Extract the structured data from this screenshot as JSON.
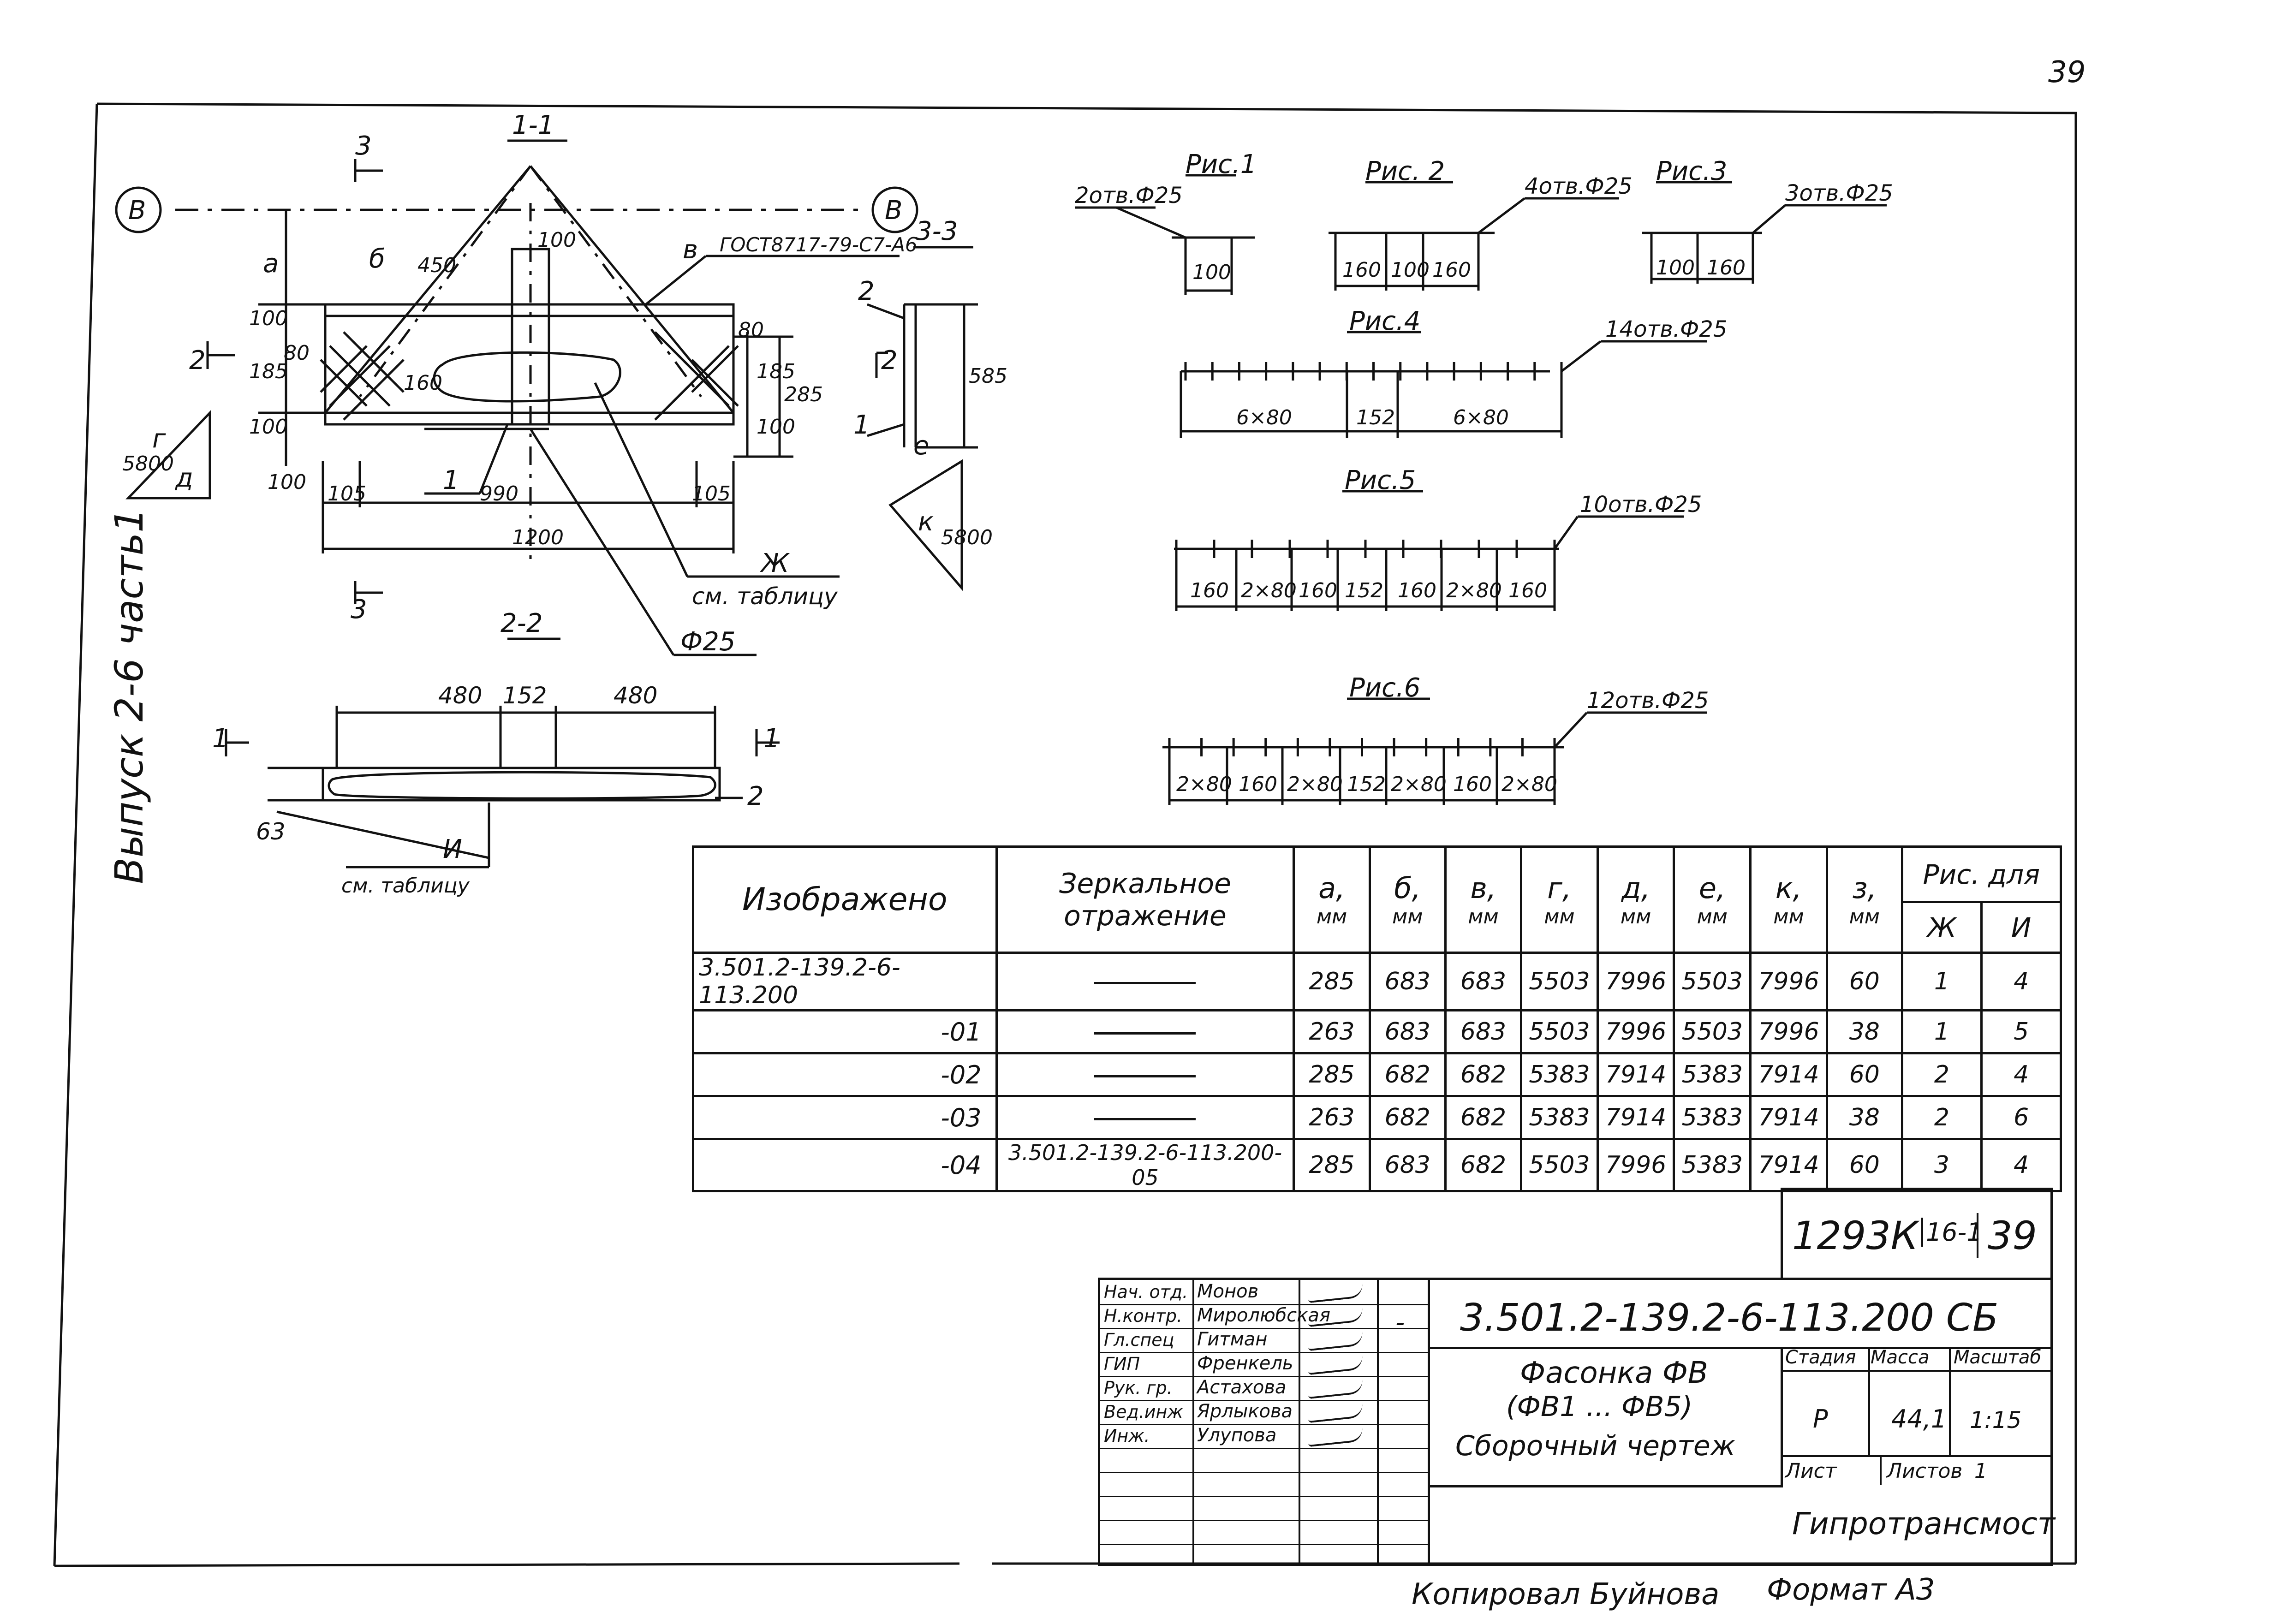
{
  "page_number": "39",
  "side_label": "Выпуск 2-6 часть1",
  "section_labels": {
    "s11": "1-1",
    "s22": "2-2",
    "s33": "3-3",
    "cut3": "3",
    "cut2": "2",
    "cut1": "1",
    "axis_v": "В"
  },
  "main_view": {
    "letters": [
      "а",
      "б",
      "в",
      "г",
      "д",
      "е",
      "к"
    ],
    "dims": [
      "100",
      "450",
      "100",
      "185",
      "80",
      "100",
      "160",
      "185",
      "285",
      "80",
      "100",
      "100",
      "105",
      "990",
      "105",
      "1200",
      "5800",
      "5800"
    ],
    "gost": "ГОСТ8717-79-С7-А6",
    "zh": "Ж",
    "see_table": "см. таблицу",
    "hole": "Ф25",
    "marks": [
      "1",
      "2",
      "3"
    ]
  },
  "view22": {
    "dims": [
      "480",
      "152",
      "480",
      "63"
    ],
    "i_label": "И",
    "see_table": "см. таблицу",
    "mark2": "2"
  },
  "view33": {
    "dim": "585",
    "marks": [
      "2",
      "2",
      "1"
    ]
  },
  "figs": {
    "f1": {
      "title": "Рис.1",
      "holes": "2отв.Ф25",
      "dims": [
        "100"
      ]
    },
    "f2": {
      "title": "Рис. 2",
      "holes": "4отв.Ф25",
      "dims": [
        "160",
        "100",
        "160"
      ]
    },
    "f3": {
      "title": "Рис.3",
      "holes": "3отв.Ф25",
      "dims": [
        "100",
        "160"
      ]
    },
    "f4": {
      "title": "Рис.4",
      "holes": "14отв.Ф25",
      "dims": [
        "6×80",
        "152",
        "6×80"
      ]
    },
    "f5": {
      "title": "Рис.5",
      "holes": "10отв.Ф25",
      "dims": [
        "160",
        "2×80",
        "160",
        "152",
        "160",
        "2×80",
        "160"
      ]
    },
    "f6": {
      "title": "Рис.6",
      "holes": "12отв.Ф25",
      "dims": [
        "2×80",
        "160",
        "2×80",
        "152",
        "2×80",
        "160",
        "2×80"
      ]
    }
  },
  "table": {
    "headers": {
      "shown": "Изображено",
      "mirror": "Зеркальное отражение",
      "cols": [
        "а,",
        "б,",
        "в,",
        "г,",
        "д,",
        "е,",
        "к,",
        "з,"
      ],
      "unit": "мм",
      "fig_for": "Рис. для",
      "zh": "Ж",
      "i": "И"
    },
    "rows": [
      {
        "name": "3.501.2-139.2-6-113.200",
        "mirror": "",
        "vals": [
          "285",
          "683",
          "683",
          "5503",
          "7996",
          "5503",
          "7996",
          "60",
          "1",
          "4"
        ]
      },
      {
        "name": "-01",
        "mirror": "",
        "vals": [
          "263",
          "683",
          "683",
          "5503",
          "7996",
          "5503",
          "7996",
          "38",
          "1",
          "5"
        ]
      },
      {
        "name": "-02",
        "mirror": "",
        "vals": [
          "285",
          "682",
          "682",
          "5383",
          "7914",
          "5383",
          "7914",
          "60",
          "2",
          "4"
        ]
      },
      {
        "name": "-03",
        "mirror": "",
        "vals": [
          "263",
          "682",
          "682",
          "5383",
          "7914",
          "5383",
          "7914",
          "38",
          "2",
          "6"
        ]
      },
      {
        "name": "-04",
        "mirror": "3.501.2-139.2-6-113.200-05",
        "vals": [
          "285",
          "683",
          "682",
          "5503",
          "7996",
          "5383",
          "7914",
          "60",
          "3",
          "4"
        ]
      }
    ]
  },
  "stamp": {
    "top_code": "1293К",
    "top_sub": "16-1",
    "top_num": "39",
    "doc_code": "3.501.2-139.2-6-113.200 СБ",
    "title_lines": [
      "Фасонка ФВ",
      "(ФВ1 ... ФВ5)",
      "Сборочный чертеж"
    ],
    "stage_label": "Стадия",
    "mass_label": "Масса",
    "scale_label": "Масштаб",
    "stage": "Р",
    "mass": "44,1",
    "scale": "1:15",
    "sheet_label": "Лист",
    "sheets_label": "Листов",
    "sheets": "1",
    "org": "Гипротрансмост",
    "dash": "-",
    "people": [
      {
        "role": "Нач. отд.",
        "name": "Монов"
      },
      {
        "role": "Н.контр.",
        "name": "Миролюбская"
      },
      {
        "role": "Гл.спец",
        "name": "Гитман"
      },
      {
        "role": "ГИП",
        "name": "Френкель"
      },
      {
        "role": "Рук. гр.",
        "name": "Астахова"
      },
      {
        "role": "Вед.инж",
        "name": "Ярлыкова"
      },
      {
        "role": "Инж.",
        "name": "Улупова"
      }
    ]
  },
  "footer": {
    "copied": "Копировал Буйнова",
    "format": "Формат А3"
  }
}
